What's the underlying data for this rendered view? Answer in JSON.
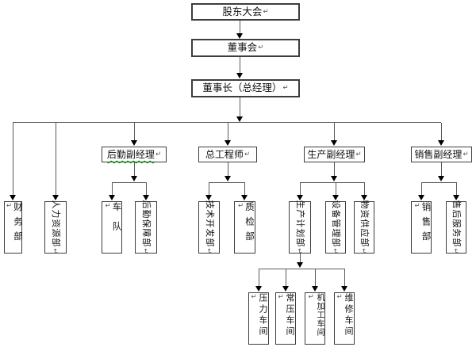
{
  "diagram_type": "organizational-chart",
  "paragraph_mark": "↵",
  "colors": {
    "background": "#ffffff",
    "connector_line": "#5a5a5a",
    "box_border": "#3d3d3d",
    "arrowhead": "#000000",
    "text": "#111111",
    "spellcheck_underline": "#009900"
  },
  "nodes": {
    "shareholders": {
      "label": "股东大会"
    },
    "board": {
      "label": "董事会"
    },
    "chairman": {
      "label": "董事长（总经理）"
    },
    "logistics_manager": {
      "label": "后勤副经理"
    },
    "chief_engineer": {
      "label": "总工程师"
    },
    "production_manager": {
      "label": "生产副经理"
    },
    "sales_manager": {
      "label": "销售副经理"
    },
    "finance": {
      "label": "财务部"
    },
    "hr": {
      "label": "人力资源部"
    },
    "fleet": {
      "label": "车队"
    },
    "logistics_support": {
      "label": "后勤保障部"
    },
    "tech_dev": {
      "label": "技术开发部"
    },
    "quality": {
      "label": "质检部"
    },
    "production_planning": {
      "label": "生产计划部"
    },
    "equipment": {
      "label": "设备管理部"
    },
    "materials_supply": {
      "label": "物资供应部"
    },
    "sales_dept": {
      "label": "销售部"
    },
    "after_sales": {
      "label": "售后服务部"
    },
    "pressure_workshop": {
      "label": "压力车间"
    },
    "atmospheric_workshop": {
      "label": "常压车间"
    },
    "machining_workshop": {
      "label": "机加工车间"
    },
    "maintenance_workshop": {
      "label": "维修车间"
    }
  },
  "edges": [
    [
      "shareholders",
      "board"
    ],
    [
      "board",
      "chairman"
    ],
    [
      "chairman",
      "finance"
    ],
    [
      "chairman",
      "hr"
    ],
    [
      "chairman",
      "logistics_manager"
    ],
    [
      "chairman",
      "chief_engineer"
    ],
    [
      "chairman",
      "production_manager"
    ],
    [
      "chairman",
      "sales_manager"
    ],
    [
      "logistics_manager",
      "fleet"
    ],
    [
      "logistics_manager",
      "logistics_support"
    ],
    [
      "chief_engineer",
      "tech_dev"
    ],
    [
      "chief_engineer",
      "quality"
    ],
    [
      "production_manager",
      "production_planning"
    ],
    [
      "production_manager",
      "equipment"
    ],
    [
      "production_manager",
      "materials_supply"
    ],
    [
      "production_planning",
      "pressure_workshop"
    ],
    [
      "production_planning",
      "atmospheric_workshop"
    ],
    [
      "production_planning",
      "machining_workshop"
    ],
    [
      "production_planning",
      "maintenance_workshop"
    ],
    [
      "sales_manager",
      "sales_dept"
    ],
    [
      "sales_manager",
      "after_sales"
    ]
  ],
  "annotations": {
    "spellcheck_wavy_underline_on": "logistics_manager"
  }
}
